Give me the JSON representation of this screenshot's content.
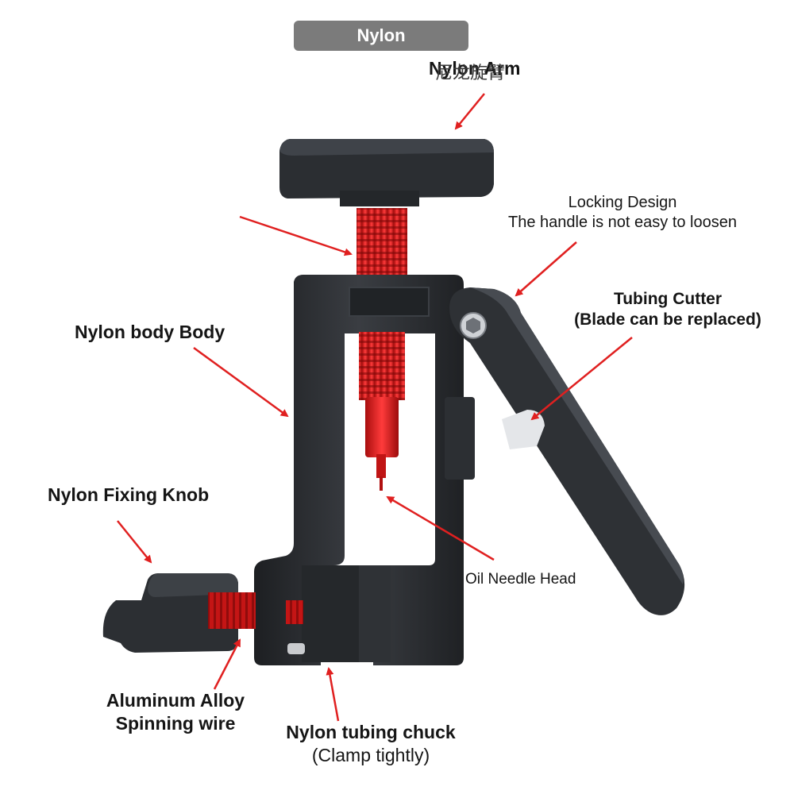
{
  "badge": {
    "title": "Nylon"
  },
  "labels": {
    "arm": "Nylon Arm",
    "arm_cn": "尼龙旋臂",
    "locking_line1": "Locking Design",
    "locking_line2": "The handle is not easy to loosen",
    "cutter_line1": "Tubing Cutter",
    "cutter_line2": "(Blade can be replaced)",
    "body": "Nylon body Body",
    "fixing_knob": "Nylon Fixing Knob",
    "needle": "Oil Needle Head",
    "alloy_line1": "Aluminum Alloy",
    "alloy_line2": "Spinning wire",
    "chuck_line1": "Nylon tubing chuck",
    "chuck_line2": "(Clamp tightly)"
  },
  "colors": {
    "arrow": "#e02020",
    "thread_red": "#d11a1a",
    "body_dark": "#2a2d31",
    "badge_bg": "#7b7b7b"
  }
}
